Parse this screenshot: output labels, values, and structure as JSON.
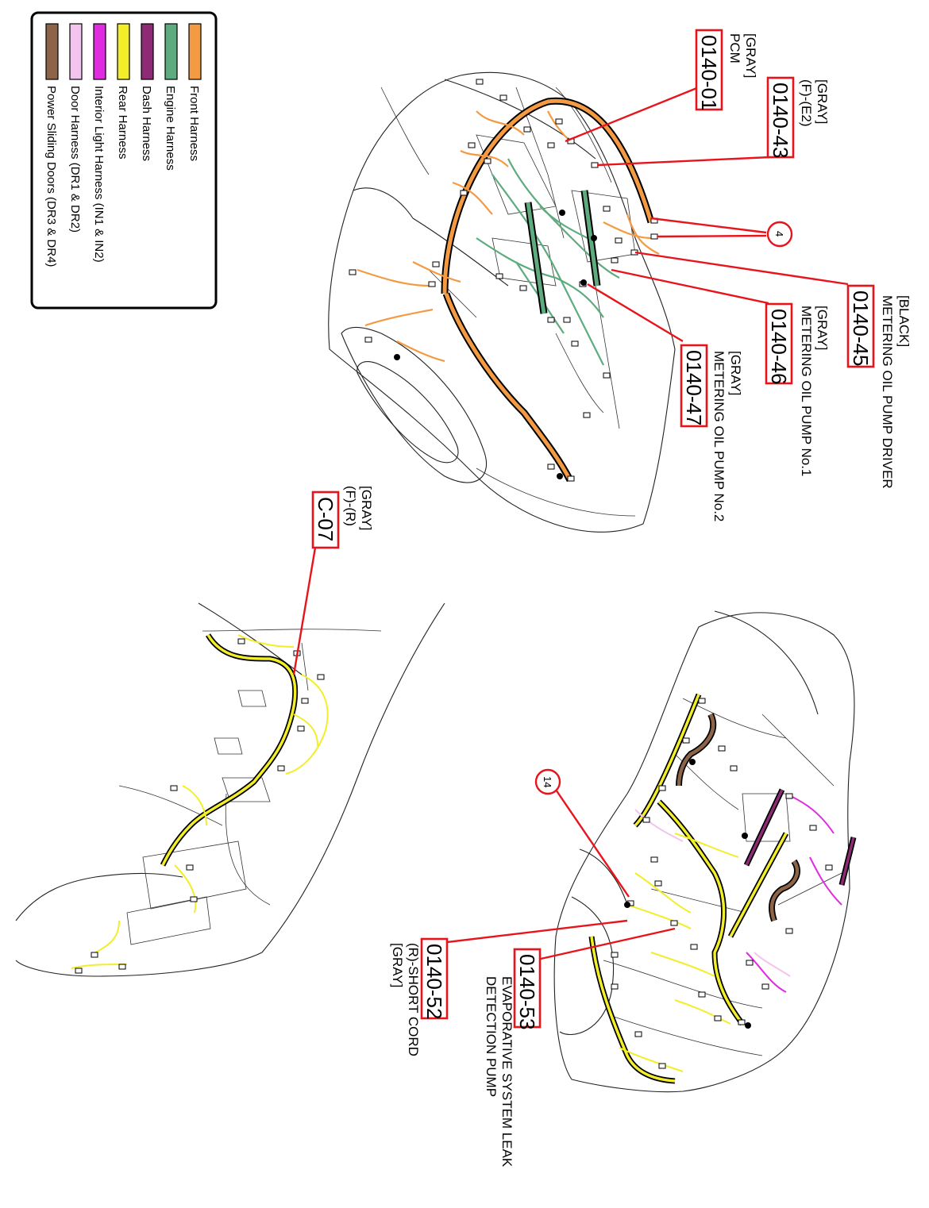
{
  "legend": {
    "items": [
      {
        "label": "Front Harness",
        "color": "#f39a43"
      },
      {
        "label": "Engine Harness",
        "color": "#5dab7e"
      },
      {
        "label": "Dash Harness",
        "color": "#8e2a76"
      },
      {
        "label": "Rear Harness",
        "color": "#f2ee2a"
      },
      {
        "label": "Interior Light Harness (IN1 & IN2)",
        "color": "#e02be0"
      },
      {
        "label": "Door Harness (DR1 & DR2)",
        "color": "#f3c4ee"
      },
      {
        "label": "Power Sliding Doors (DR3 & DR4)",
        "color": "#8d6447"
      }
    ]
  },
  "connectors": {
    "c0140_01": {
      "code": "0140-01",
      "color": "[GRAY]",
      "name": "PCM"
    },
    "c0140_43": {
      "code": "0140-43",
      "color": "[GRAY]",
      "name": "(F)-(E2)"
    },
    "c0140_45": {
      "code": "0140-45",
      "color": "[BLACK]",
      "name": "METERING OIL PUMP DRIVER"
    },
    "c0140_46": {
      "code": "0140-46",
      "color": "[GRAY]",
      "name": "METERING OIL PUMP No.1"
    },
    "c0140_47": {
      "code": "0140-47",
      "color": "[GRAY]",
      "name": "METERING OIL PUMP No.2"
    },
    "c_c07": {
      "code": "C-07",
      "color": "[GRAY]",
      "name": "(F)-(R)"
    },
    "c0140_53": {
      "code": "0140-53",
      "name_line1": "EVAPORATIVE SYSTEM LEAK",
      "name_line2": "DETECTION PUMP"
    },
    "c0140_52": {
      "code": "0140-52",
      "name": "(R)-SHORT CORD",
      "color": "[GRAY]"
    }
  },
  "callouts": {
    "four": "4",
    "fourteen": "14"
  }
}
